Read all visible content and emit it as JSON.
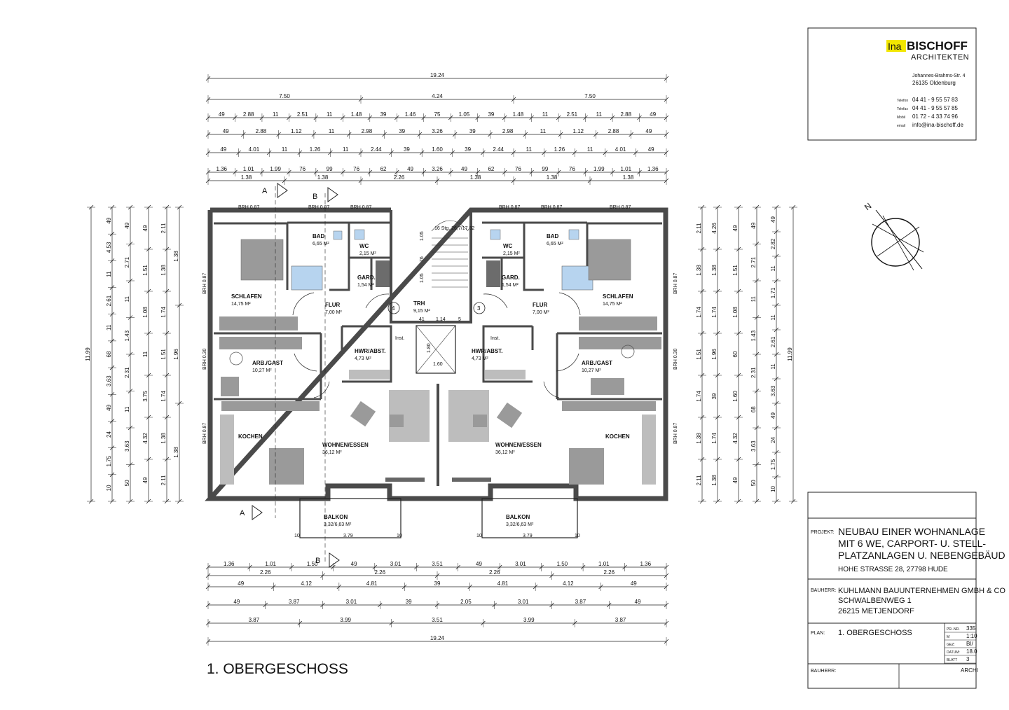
{
  "logo": {
    "mark": "Ina",
    "name": "BISCHOFF",
    "sub": "ARCHITEKTEN"
  },
  "office": {
    "street": "Johannes-Brahms-Str. 4",
    "city": "26135 Oldenburg",
    "contacts": [
      {
        "label": "Telefon",
        "value": "04 41 - 9 55 57 83"
      },
      {
        "label": "Telefax",
        "value": "04 41 - 9 55 57 85"
      },
      {
        "label": "Mobil",
        "value": "01 72 - 4 33 74 96"
      },
      {
        "label": "email",
        "value": "info@ina-bischoff.de"
      }
    ]
  },
  "titleblock": {
    "projekt_label": "PROJEKT:",
    "projekt_lines": [
      "NEUBAU EINER WOHNANLAGE",
      "MIT 6 WE, CARPORT- U. STELL-",
      "PLATZANLAGEN U. NEBENGEBÄUD",
      "HOHE STRASSE 28, 27798 HUDE"
    ],
    "bauherr_label": "BAUHERR:",
    "bauherr_lines": [
      "KUHLMANN BAUUNTERNEHMEN GMBH & CO",
      "SCHWALBENWEG 1",
      "26215 METJENDORF"
    ],
    "plan_label": "PLAN:",
    "plan_value": "1. OBERGESCHOSS",
    "meta": [
      {
        "label": "PR.-NR.",
        "value": "335"
      },
      {
        "label": "M",
        "value": "1:10"
      },
      {
        "label": "GEZ:",
        "value": "BI/"
      },
      {
        "label": "DATUM:",
        "value": "18.0"
      },
      {
        "label": "BLATT",
        "value": "3"
      }
    ],
    "sign_label": "BAUHERR:",
    "sign_value": "ARCHI"
  },
  "sheet_title": "1. OBERGESCHOSS",
  "section_marks": {
    "a": "A",
    "b": "B"
  },
  "rooms_left": [
    {
      "name": "BAD",
      "area": "6,65 M²"
    },
    {
      "name": "WC",
      "area": "2,15 M²"
    },
    {
      "name": "GARD.",
      "area": "1,54 M²"
    },
    {
      "name": "SCHLAFEN",
      "area": "14,75 M²"
    },
    {
      "name": "FLUR",
      "area": "7,00 M²"
    },
    {
      "name": "HWR/ABST.",
      "area": "4,73 M²"
    },
    {
      "name": "ARB./GAST",
      "area": "10,27 M²"
    },
    {
      "name": "KOCHEN",
      "area": ""
    },
    {
      "name": "WOHNEN/ESSEN",
      "area": "36,12 M²"
    },
    {
      "name": "BALKON",
      "area": "3,32/6,63 M²"
    }
  ],
  "rooms_right": [
    {
      "name": "BAD",
      "area": "6,65 M²"
    },
    {
      "name": "WC",
      "area": "2,15 M²"
    },
    {
      "name": "GARD.",
      "area": "1,54 M²"
    },
    {
      "name": "SCHLAFEN",
      "area": "14,75 M²"
    },
    {
      "name": "FLUR",
      "area": "7,00 M²"
    },
    {
      "name": "HWR/ABST.",
      "area": "4,73 M²"
    },
    {
      "name": "ARB./GAST",
      "area": "10,27 M²"
    },
    {
      "name": "KOCHEN",
      "area": ""
    },
    {
      "name": "WOHNEN/ESSEN",
      "area": "36,12 M²"
    },
    {
      "name": "BALKON",
      "area": "3,32/6,63 M²"
    }
  ],
  "stair": {
    "name": "TRH",
    "area": "9,15 M²",
    "steps": "16 Stg. 26,7/17,82",
    "unit_left": "4",
    "unit_right": "3",
    "inst": "Inst.",
    "lift_w": "1.60",
    "lift_h": "1.80",
    "run_a": "1.05",
    "run_b": "76",
    "run_c": "1.05",
    "landing": [
      "41",
      "1.14",
      "5"
    ]
  },
  "brh": {
    "top": [
      "BRH 0.87",
      "BRH 0.87",
      "BRH 0.87",
      "BRH 0.87",
      "BRH 0.87",
      "BRH 0.87"
    ],
    "side_left": [
      "BRH 0.87",
      "BRH 0.30",
      "BRH 0.87"
    ],
    "side_right": [
      "BRH 0.87",
      "BRH 0.30",
      "BRH 0.87"
    ]
  },
  "balcony_dims": [
    "10",
    "3.79",
    "10",
    "10",
    "3.79",
    "10"
  ],
  "dims_top": [
    [
      "19.24"
    ],
    [
      "7.50",
      "4.24",
      "7.50"
    ],
    [
      "49",
      "2.88",
      "11",
      "2.51",
      "11",
      "1.48",
      "39",
      "1.46",
      "75",
      "1.05",
      "39",
      "1.48",
      "11",
      "2.51",
      "11",
      "2.88",
      "49"
    ],
    [
      "49",
      "2.88",
      "1.12",
      "11",
      "2.98",
      "39",
      "3.26",
      "39",
      "2.98",
      "11",
      "1.12",
      "2.88",
      "49"
    ],
    [
      "49",
      "4.01",
      "11",
      "1.26",
      "11",
      "2.44",
      "39",
      "1.60",
      "39",
      "2.44",
      "11",
      "1.26",
      "11",
      "4.01",
      "49"
    ],
    [
      "1.36",
      "1.01",
      "1.99",
      "76",
      "99",
      "76",
      "62",
      "49",
      "3.26",
      "49",
      "62",
      "76",
      "99",
      "76",
      "1.99",
      "1.01",
      "1.36"
    ],
    [
      "1.38",
      "1.38",
      "2.26",
      "1.38",
      "1.38",
      "1.38"
    ]
  ],
  "dims_bottom": [
    [
      "1.36",
      "1.01",
      "1.50",
      "49",
      "3.01",
      "3.51",
      "49",
      "3.01",
      "1.50",
      "1.01",
      "1.36"
    ],
    [
      "2.26",
      "2.26",
      "2.26",
      "2.26"
    ],
    [
      "49",
      "4.12",
      "4.81",
      "39",
      "4.81",
      "4.12",
      "49"
    ],
    [
      "49",
      "3.87",
      "3.01",
      "39",
      "2.05",
      "3.01",
      "3.87",
      "49"
    ],
    [
      "3.87",
      "3.99",
      "3.51",
      "3.99",
      "3.87"
    ],
    [
      "19.24"
    ]
  ],
  "dims_left": [
    [
      "11.99"
    ],
    [
      "49",
      "4.53",
      "11",
      "2.61",
      "11",
      "68",
      "3.63",
      "49",
      "24",
      "1.75",
      "10"
    ],
    [
      "49",
      "2.71",
      "11",
      "1.43",
      "2.31",
      "11",
      "3.63",
      "50"
    ],
    [
      "49",
      "1.51",
      "1.08",
      "11",
      "3.75",
      "4.32",
      "49"
    ],
    [
      "2.11",
      "1.38",
      "1.74",
      "1.51",
      "1.74",
      "1.38",
      "2.11"
    ],
    [
      "1.38",
      "1.96",
      "1.38"
    ]
  ],
  "dims_right": [
    [
      "11.99"
    ],
    [
      "49",
      "2.82",
      "11",
      "1.71",
      "11",
      "2.61",
      "11",
      "3.63",
      "49",
      "24",
      "1.75",
      "10"
    ],
    [
      "49",
      "2.71",
      "11",
      "1.43",
      "2.31",
      "68",
      "3.63",
      "50"
    ],
    [
      "49",
      "1.51",
      "1.08",
      "60",
      "1.60",
      "4.32",
      "49"
    ],
    [
      "4.26",
      "1.38",
      "1.74",
      "1.96",
      "39",
      "1.74",
      "1.38"
    ],
    [
      "2.11",
      "1.38",
      "1.74",
      "1.51",
      "1.74",
      "1.38",
      "2.11"
    ]
  ],
  "colors": {
    "wall": "#4a4a4a",
    "furniture": "#9a9a9a",
    "furniture_light": "#c2c2c2",
    "tile_blue": "#b7d4ef",
    "line": "#222222"
  },
  "north_label": "N"
}
